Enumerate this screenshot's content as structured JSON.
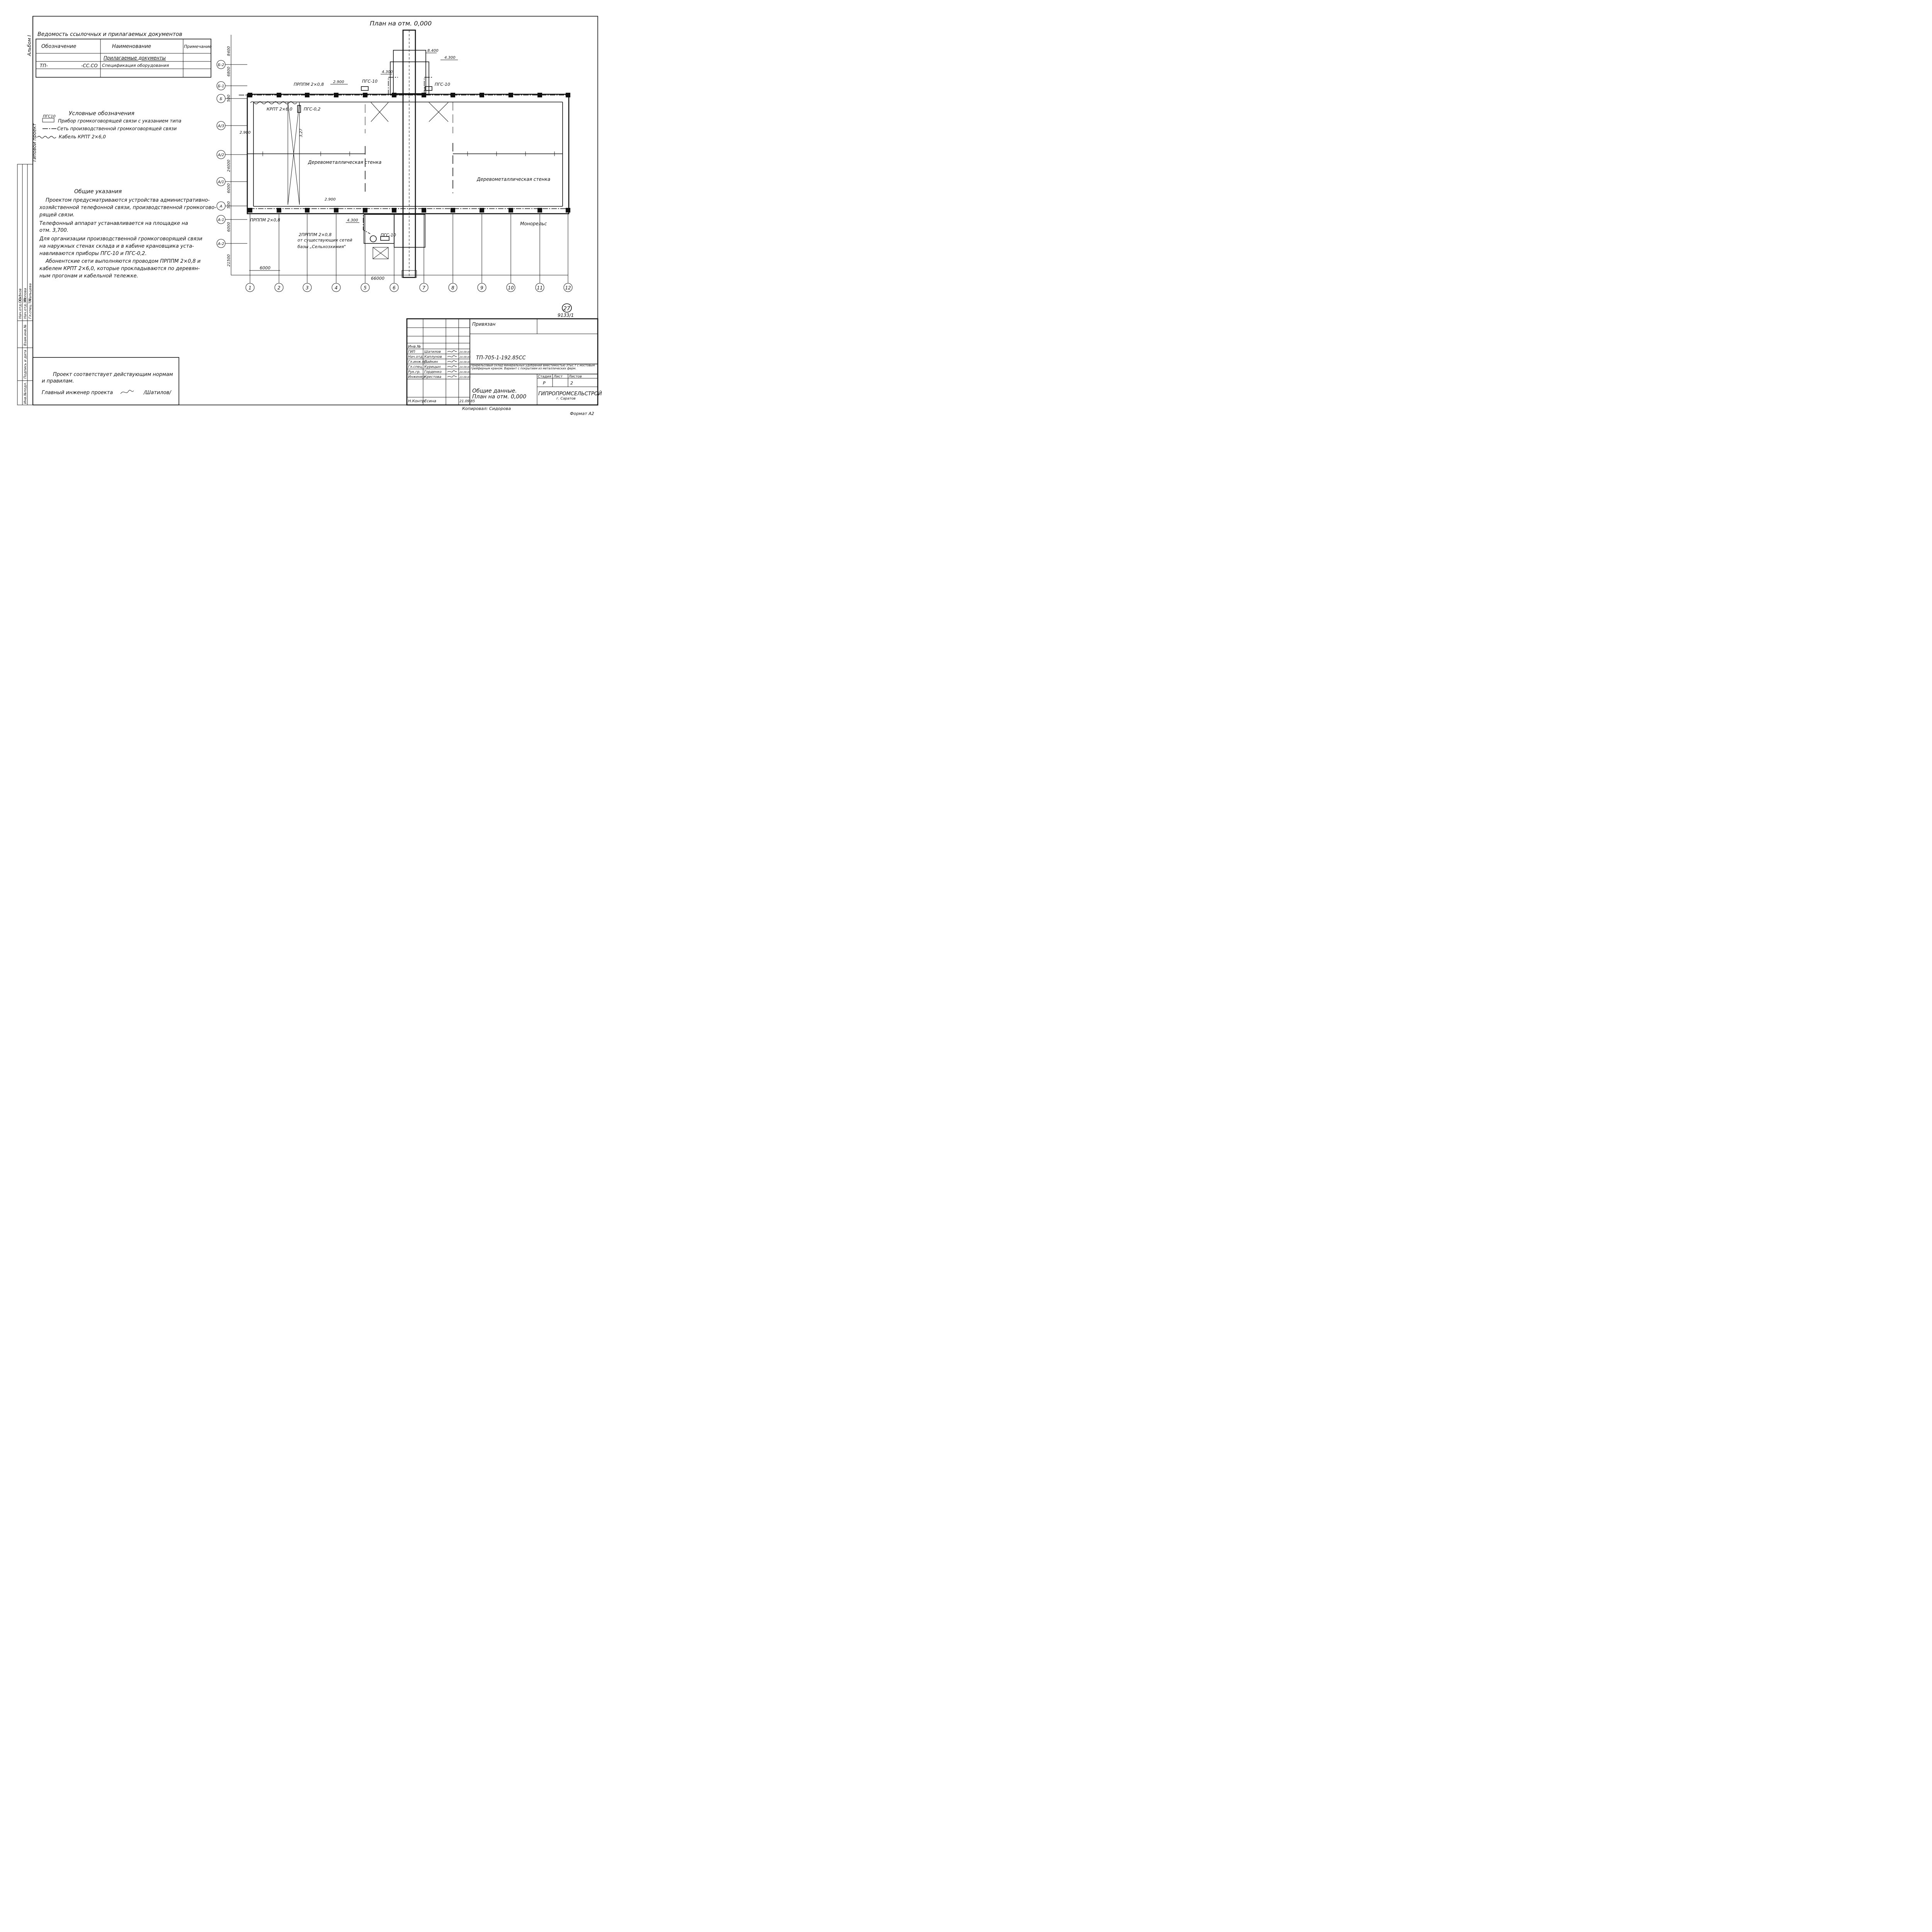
{
  "album": "Альбом I",
  "project_type": "Типовой проект",
  "plan_title": "План на отм. 0,000",
  "references_title": "Ведомость ссылочных и прилагаемых документов",
  "references_headers": [
    "Обозначение",
    "Наименование",
    "Примечание"
  ],
  "references_section": "Прилагаемые документы",
  "references_rows": [
    {
      "code_left": "ТП-",
      "code_right": "-СС.СО",
      "name": "Спецификация оборудования",
      "note": ""
    }
  ],
  "legend": {
    "title": "Условные обозначения",
    "items": [
      {
        "symbol": "ПГС10",
        "text": "Прибор громкоговорящей связи с указанием типа"
      },
      {
        "symbol": "",
        "text": "Сеть производственной громкоговорящей связи"
      },
      {
        "symbol": "",
        "text": "Кабель КРПТ 2×6,0"
      }
    ]
  },
  "notes": {
    "title": "Общие указания",
    "lines": [
      "Проектом предусматриваются устройства административно-",
      "хозяйственной телефонной связи, производственной громкогово-",
      "рящей связи.",
      "Телефонный аппарат устанавливается на площадке на",
      "отм. 3,700.",
      "Для организации производственной громкоговорящей связи",
      "на наружных стенах склада и в кабине крановщика уста-",
      "навливаются приборы ПГС-10 и ПГС-0,2.",
      "Абонентские сети выполняются проводом ПРППМ 2×0,8 и",
      "кабелем КРПТ 2×6,0, которые прокладываются по деревян-",
      "ным прогонам и кабельной тележке."
    ]
  },
  "compliance": {
    "line1": "Проект соответствует действующим нормам",
    "line2": "и правилам.",
    "line3": "Главный инженер проекта",
    "signer": "/Шатилов/"
  },
  "side_stamp_labels": [
    "Нач.отд.СО-1",
    "Нач.отд.ЭН",
    "Гл.спец.ТП",
    "Взам.инв.№",
    "Подпись и дата",
    "Инв.№подл."
  ],
  "side_stamp_names": [
    "Катков",
    "Попова",
    "Мальцева"
  ],
  "row_axes": [
    "Б-2",
    "Б-1",
    "Б",
    "А/3",
    "А/2",
    "А/1",
    "А",
    "А-1",
    "А-2"
  ],
  "column_axes": [
    "1",
    "2",
    "3",
    "4",
    "5",
    "6",
    "7",
    "8",
    "9",
    "10",
    "11",
    "12"
  ],
  "dims_left": [
    "8400",
    "6800",
    "500",
    "24000",
    "6000",
    "500",
    "6000",
    "21500"
  ],
  "dims_bottom": [
    "6000",
    "66000"
  ],
  "plan_labels": {
    "prppm_top": "ПРППМ 2×0,8",
    "prppm_bottom": "ПРППМ 2×0,8",
    "krpt": "КРПТ 2×6,0",
    "pgs02": "ПГС-0,2",
    "pgs10_a": "ПГС-10",
    "pgs10_b": "ПГС-10",
    "pgs10_c": "ПГС-10",
    "wall_left": "Деревометаллическая стенка",
    "wall_right": "Деревометаллическая стенка",
    "monorail": "Монорельс",
    "ext_line1": "2ПРППМ 2×0,8",
    "ext_line2": "от существующих сетей",
    "ext_line3": "базы „Сельхозхимия\"",
    "elev_2900a": "2.900",
    "elev_2900b": "2.900",
    "elev_2900c": "2.900",
    "elev_4300a": "4.300",
    "elev_4300b": "4.300",
    "elev_4300c": "4.300",
    "elev_8400": "8.400",
    "elev_327": "3,27"
  },
  "sheet_number": "27",
  "archive_number": "9133/1",
  "title_block": {
    "privyazan": "Привязан",
    "inv_label": "Инв.№",
    "designation": "ТП-705-1-192.85СС",
    "description": "Прирельсовый склад минеральных удобрений вместимостью 3тыс.т с мостовым грейферным краном. Вариант с покрытием из металлических ферм.",
    "stage_headers": [
      "Стадия",
      "Лист",
      "Листов"
    ],
    "stage_values": [
      "Р",
      "2",
      ""
    ],
    "sheet_name_1": "Общие данные.",
    "sheet_name_2": "План на отм. 0,000",
    "org_name": "ГИПРОПРОМСЕЛЬСТРОЙ",
    "org_city": "г. Саратов",
    "staff": [
      {
        "role": "ГИП",
        "name": "Шатилов",
        "date": "24.09.85"
      },
      {
        "role": "Нач.отд.",
        "name": "Каплунов",
        "date": "24.09.85"
      },
      {
        "role": "Гл.инж.пр.",
        "name": "Пайкин",
        "date": "24.09.85"
      },
      {
        "role": "Гл.спец.",
        "name": "Курицын",
        "date": "24.09.85"
      },
      {
        "role": "Рук.гр.",
        "name": "Горденко",
        "date": "24.09.85"
      },
      {
        "role": "Инженер",
        "name": "Крестова",
        "date": "23.09.85"
      }
    ],
    "n_kontr_role": "Н.Контр.",
    "n_kontr_name": "Есина",
    "n_kontr_date": "21.09.85"
  },
  "copied_by": "Копировал: Сидорова",
  "format": "Формат А2"
}
